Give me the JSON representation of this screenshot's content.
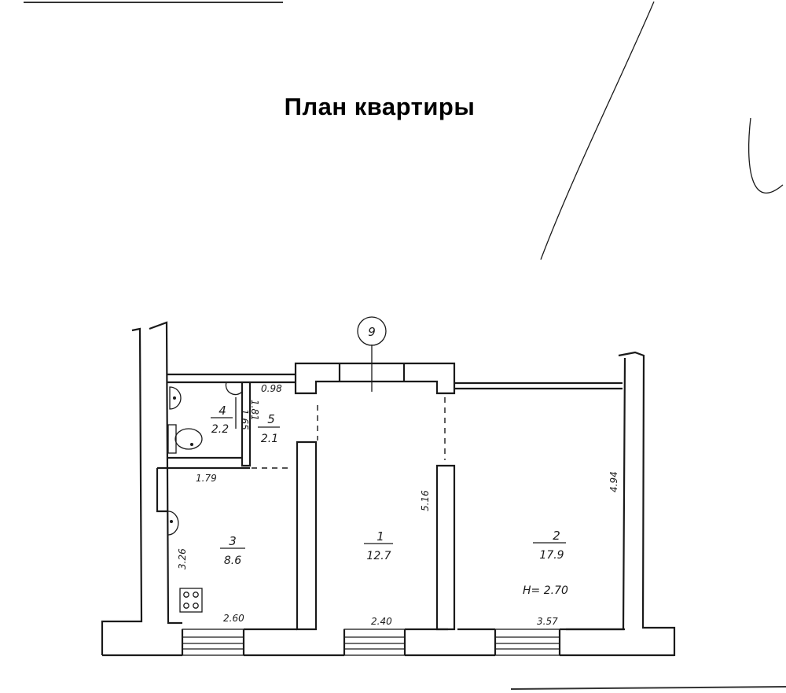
{
  "title": "План квартиры",
  "entrance_marker": "9",
  "rooms": [
    {
      "number": "1",
      "area": "12.7"
    },
    {
      "number": "2",
      "area": "17.9"
    },
    {
      "number": "3",
      "area": "8.6"
    },
    {
      "number": "4",
      "area": "2.2"
    },
    {
      "number": "5",
      "area": "2.1"
    }
  ],
  "dimensions": {
    "hall_width": "0.98",
    "bath_depth_a": "1.65",
    "bath_depth_b": "1.81",
    "corridor_width": "1.79",
    "kitchen_depth": "3.26",
    "kitchen_width": "2.60",
    "room1_depth": "5.16",
    "room1_width": "2.40",
    "room2_depth": "4.94",
    "room2_width": "3.57"
  },
  "ceiling_height": "H= 2.70"
}
